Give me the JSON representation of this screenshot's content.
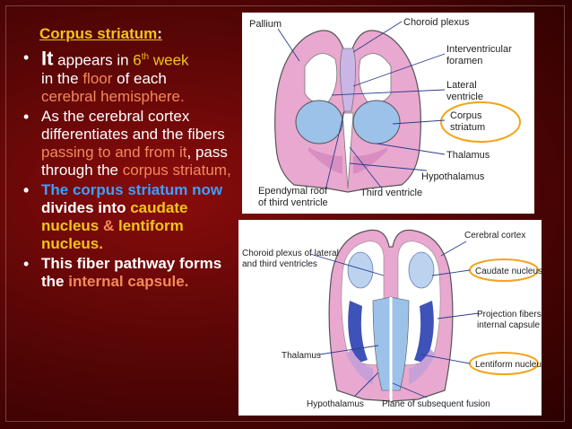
{
  "slide": {
    "title": "Corpus striatum",
    "title_suffix": ":",
    "bullets": [
      {
        "parts": [
          {
            "text": "It",
            "style": "big"
          },
          {
            "text": " appears in ",
            "style": "white-plain"
          },
          {
            "text": "6",
            "style": "yellow"
          },
          {
            "text": "th",
            "style": "sup"
          },
          {
            "text": " week in the ",
            "style": "yellow"
          },
          {
            "text": "floor",
            "style": "orange"
          },
          {
            "text": " of each ",
            "style": "white-plain"
          },
          {
            "text": "cerebral hemisphere.",
            "style": "orange"
          }
        ]
      }
    ],
    "b1_a": "It",
    "b1_b": " appears in ",
    "b1_c": "6",
    "b1_sup": "th",
    "b1_d": " week",
    "b1_e": "in the ",
    "b1_f": "floor",
    "b1_g": " of each",
    "b1_h": "cerebral hemisphere.",
    "b2_a": "As the cerebral cortex differentiates and the fibers ",
    "b2_b": "passing to and from it",
    "b2_c": ", pass through the ",
    "b2_d": "corpus striatum,",
    "b3_a": "The corpus striatum now",
    "b3_b": " divides into ",
    "b3_c": "caudate nucleus",
    "b3_d": " & ",
    "b3_e": "lentiform nucleus.",
    "b4_a": "This fiber pathway forms the ",
    "b4_b": "internal capsule."
  },
  "figure1": {
    "labels": {
      "pallium": "Pallium",
      "choroid_plexus": "Choroid plexus",
      "interventricular_1": "Interventricular",
      "interventricular_2": "foramen",
      "lateral_1": "Lateral",
      "lateral_2": "ventricle",
      "corpus_1": "Corpus",
      "corpus_2": "striatum",
      "thalamus": "Thalamus",
      "hypothalamus": "Hypothalamus",
      "ependymal_1": "Ependymal roof",
      "ependymal_2": "of third ventricle",
      "third_ventricle": "Third ventricle"
    }
  },
  "figure2": {
    "labels": {
      "cerebral_cortex": "Cerebral cortex",
      "choroid_1": "Choroid plexus of  lateral",
      "choroid_2": "and third ventricles",
      "caudate": "Caudate nucleus",
      "projection_1": "Projection fibers of",
      "projection_2": "internal capsule",
      "thalamus": "Thalamus",
      "lentiform": "Lentiform nucleus",
      "hypothalamus": "Hypothalamus",
      "plane": "Plane of subsequent fusion"
    }
  },
  "colors": {
    "background": "#5a0606",
    "title_yellow": "#f0c419",
    "highlight_orange": "#f28a5a",
    "highlight_blue": "#3aa0ff",
    "figure_pink": "#e9a8cf",
    "figure_blue": "#9cc2ea",
    "circle_outline": "#f2a51a"
  }
}
